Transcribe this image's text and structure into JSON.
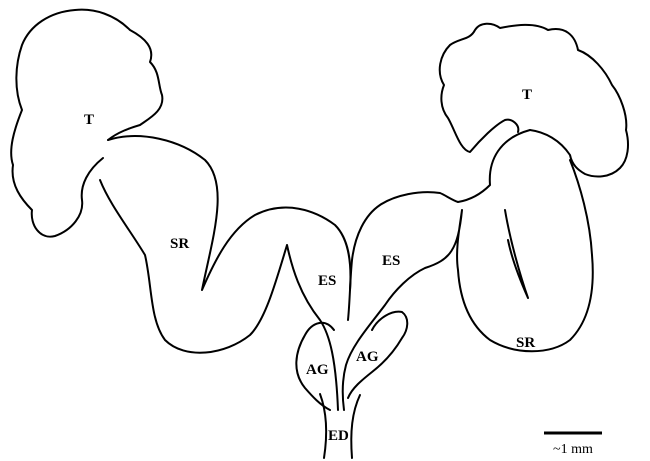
{
  "labels": {
    "testis_left": "T",
    "testis_right": "T",
    "seminal_receptacle_left": "SR",
    "seminal_receptacle_right": "SR",
    "ejaculatory_sac_left": "ES",
    "ejaculatory_sac_right": "ES",
    "accessory_gland_left": "AG",
    "accessory_gland_right": "AG",
    "ejaculatory_duct": "ED"
  },
  "scale_bar": {
    "label": "~1 mm"
  },
  "colors": {
    "line": "#000000",
    "background": "#ffffff"
  }
}
